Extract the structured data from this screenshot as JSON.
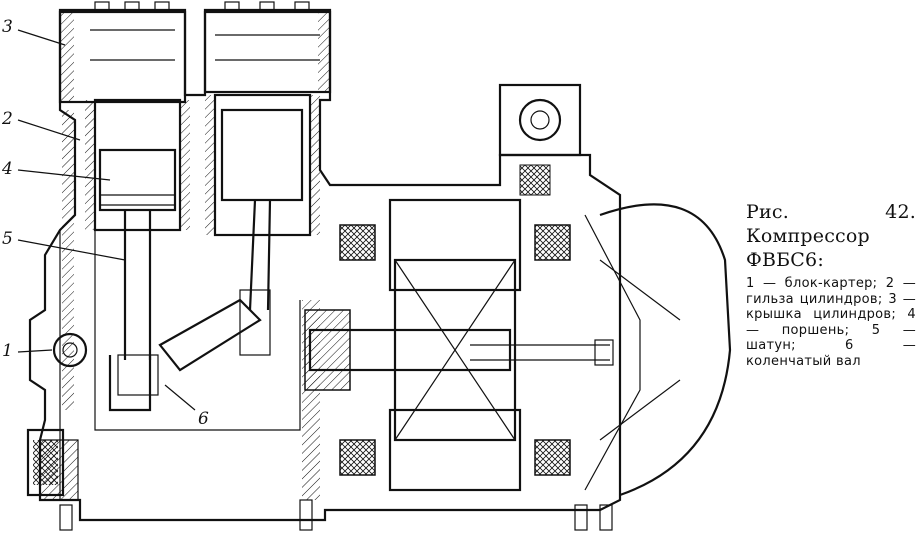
{
  "caption": {
    "title": "Рис. 42. Компрессор ФВБС6:",
    "body": "1 — блок-картер; 2 — гильза цилиндров; 3 — крышка цилиндров; 4 — поршень; 5 — шатун; 6 — коленчатый вал"
  },
  "callouts": [
    {
      "id": "c3",
      "text": "3"
    },
    {
      "id": "c2",
      "text": "2"
    },
    {
      "id": "c4",
      "text": "4"
    },
    {
      "id": "c5",
      "text": "5"
    },
    {
      "id": "c1",
      "text": "1"
    },
    {
      "id": "c6",
      "text": "6"
    }
  ]
}
